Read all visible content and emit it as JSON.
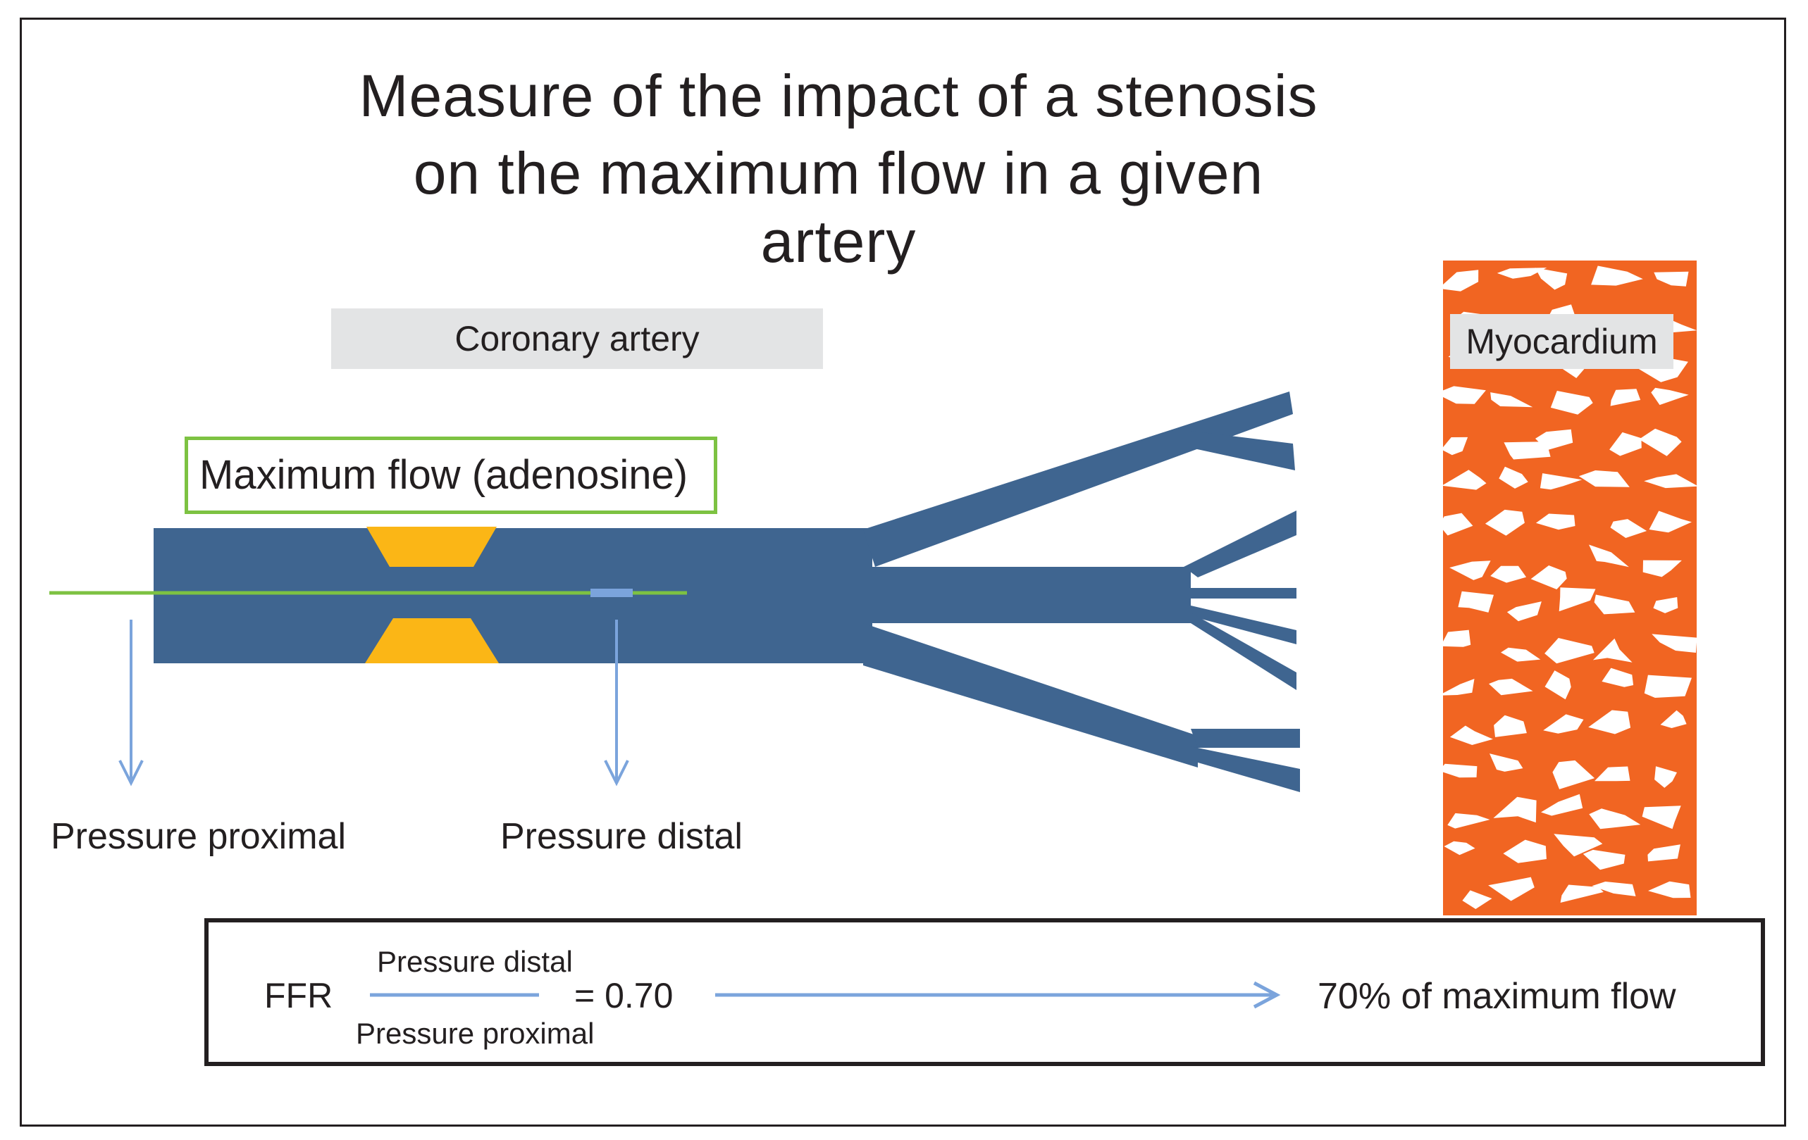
{
  "title": {
    "line1": "Measure of the impact of a stenosis",
    "line2": "on the maximum flow in a given artery"
  },
  "labels": {
    "coronary_artery": "Coronary artery",
    "myocardium": "Myocardium",
    "maximum_flow": "Maximum flow (adenosine)",
    "pressure_proximal": "Pressure proximal",
    "pressure_distal": "Pressure distal"
  },
  "ffr": {
    "label": "FFR",
    "numerator": "Pressure distal",
    "denominator": "Pressure proximal",
    "value": "= 0.70",
    "result": "70% of maximum flow"
  },
  "colors": {
    "artery": "#3f6590",
    "stenosis": "#fbb616",
    "guidewire": "#7dc242",
    "arrow": "#7ba4dc",
    "myocardium": "#f16522",
    "label_bg": "#e3e4e5"
  }
}
